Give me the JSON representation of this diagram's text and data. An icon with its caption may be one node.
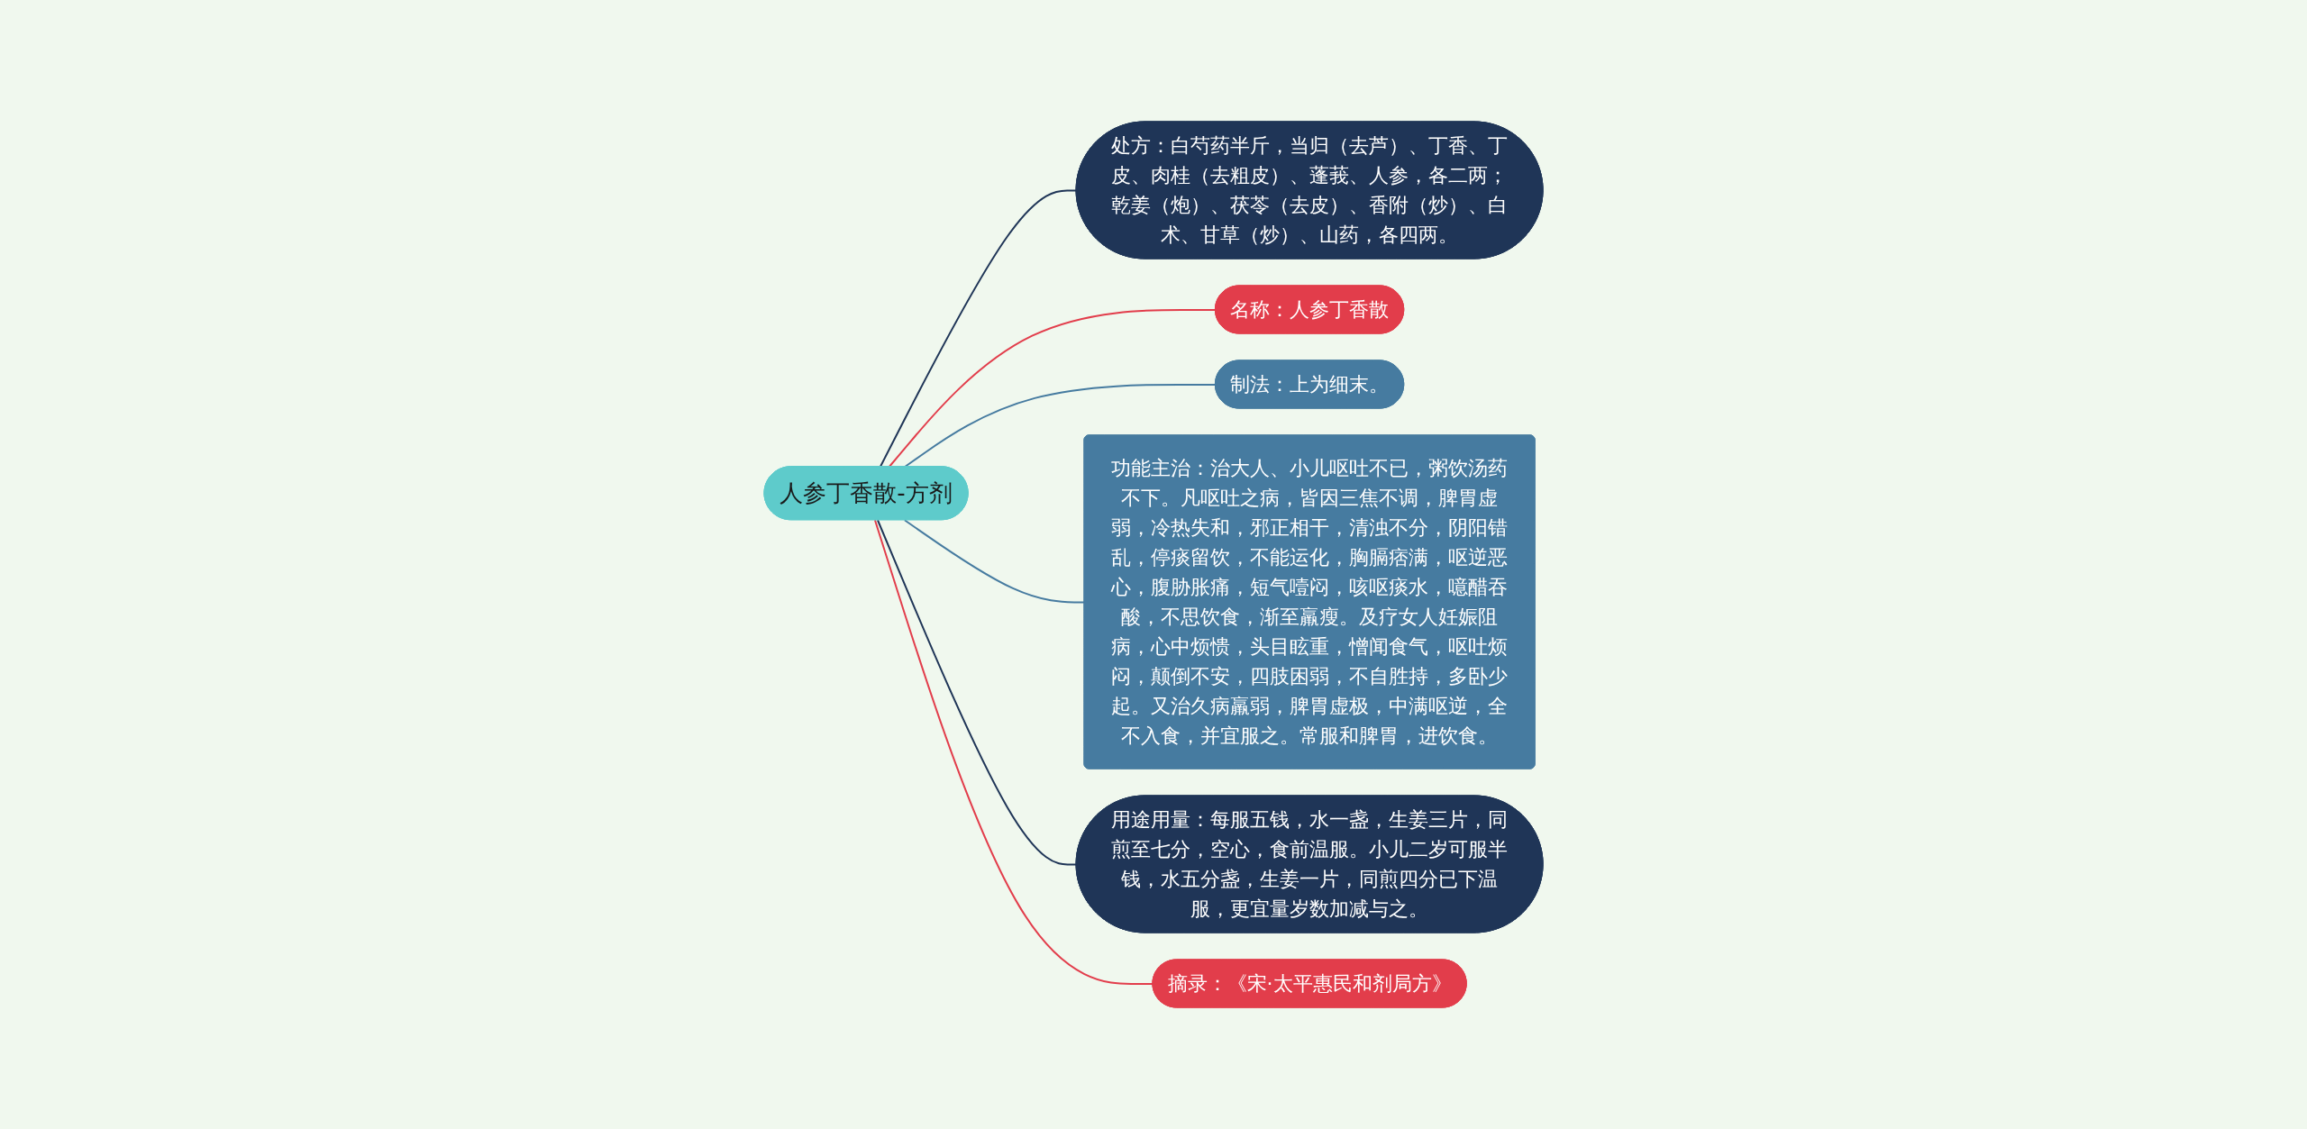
{
  "diagram": {
    "nodes": [
      {
        "text": [
          "人参丁香散-方剂"
        ]
      },
      {
        "text": [
          "处方：白芍药半斤，当归（去芦）、丁香、丁皮、肉桂（去粗皮）、蓬莪、人参，各二两；乾姜（炮）、茯苓（去皮）、香附（炒）、白术、甘草（炒）、山药，各四两。"
        ]
      },
      {
        "text": [
          "名称：人参丁香散"
        ]
      },
      {
        "text": [
          "制法：上为细末。"
        ]
      },
      {
        "text": [
          "功能主治：治大人、小儿呕吐不已，粥饮汤药不下。凡呕吐之病，皆因三焦不调，脾胃虚弱，冷热失和，邪正相干，清浊不分，阴阳错乱，停痰留饮，不能运化，胸膈痞满，呕逆恶心，腹胁胀痛，短气噎闷，咳呕痰水，噫醋吞酸，不思饮食，渐至羸瘦。及疗女人妊娠阻病，心中烦愦，头目眩重，憎闻食气，呕吐烦闷，颠倒不安，四肢困弱，不自胜持，多卧少起。又治久病羸弱，脾胃虚极，中满呕逆，全不入食，并宜服之。常服和脾胃，进饮食。"
        ]
      },
      {
        "text": [
          "用途用量：每服五钱，水一盏，生姜三片，同煎至七分，空心，食前温服。小儿二岁可服半钱，水五分盏，生姜一片，同煎四分已下温服，更宜量岁数加减与之。"
        ]
      },
      {
        "text": [
          "摘录：《宋·太平惠民和剂局方》"
        ]
      }
    ],
    "edges": [
      {
        "from": 0,
        "to": 1,
        "arrow": "none",
        "color": "#1f3557"
      },
      {
        "from": 0,
        "to": 2,
        "arrow": "none",
        "color": "#e23d4b"
      },
      {
        "from": 0,
        "to": 3,
        "arrow": "none",
        "color": "#467ba0"
      },
      {
        "from": 0,
        "to": 4,
        "arrow": "none",
        "color": "#467ba0"
      },
      {
        "from": 0,
        "to": 5,
        "arrow": "none",
        "color": "#1f3557"
      },
      {
        "from": 0,
        "to": 6,
        "arrow": "none",
        "color": "#e23d4b"
      }
    ]
  }
}
